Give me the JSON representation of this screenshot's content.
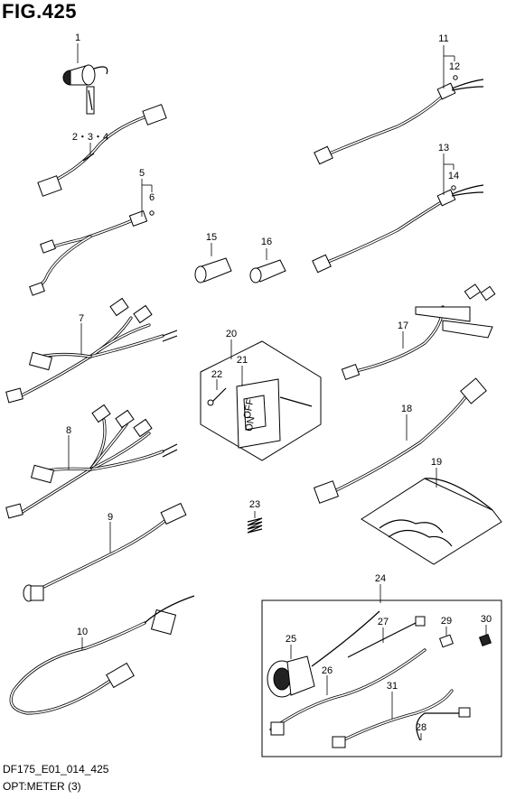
{
  "figure": {
    "title": "FIG.425",
    "footer_code": "DF175_E01_014_425",
    "caption": "OPT:METER (3)"
  },
  "callouts": [
    "1",
    "2・3・4",
    "5",
    "6",
    "7",
    "8",
    "9",
    "10",
    "11",
    "12",
    "13",
    "14",
    "15",
    "16",
    "17",
    "18",
    "19",
    "20",
    "21",
    "22",
    "23",
    "24",
    "25",
    "26",
    "27",
    "28",
    "29",
    "30",
    "31"
  ],
  "switch_labels": {
    "off": "OFF",
    "on": "ON"
  }
}
